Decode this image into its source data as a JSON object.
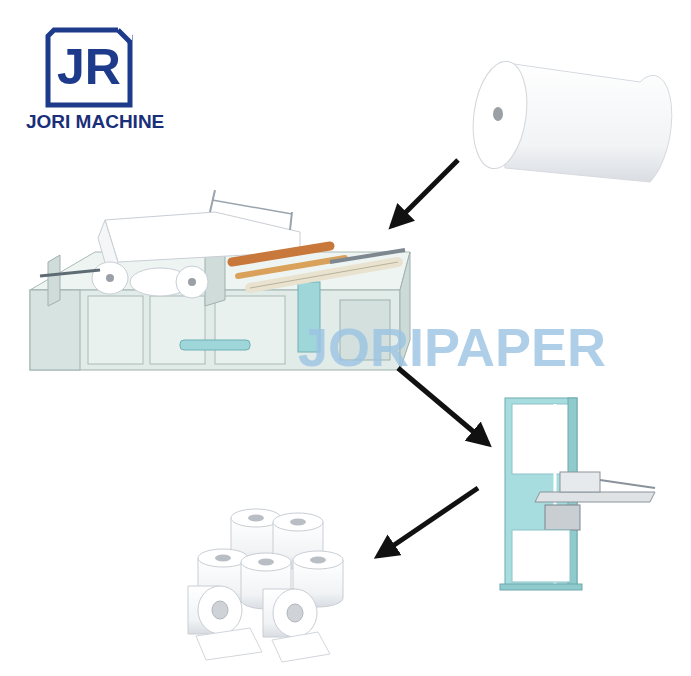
{
  "diagram": {
    "labels": [
      "JR",
      "JORI MACHINE",
      "JORIPAPER"
    ]
  }
}
